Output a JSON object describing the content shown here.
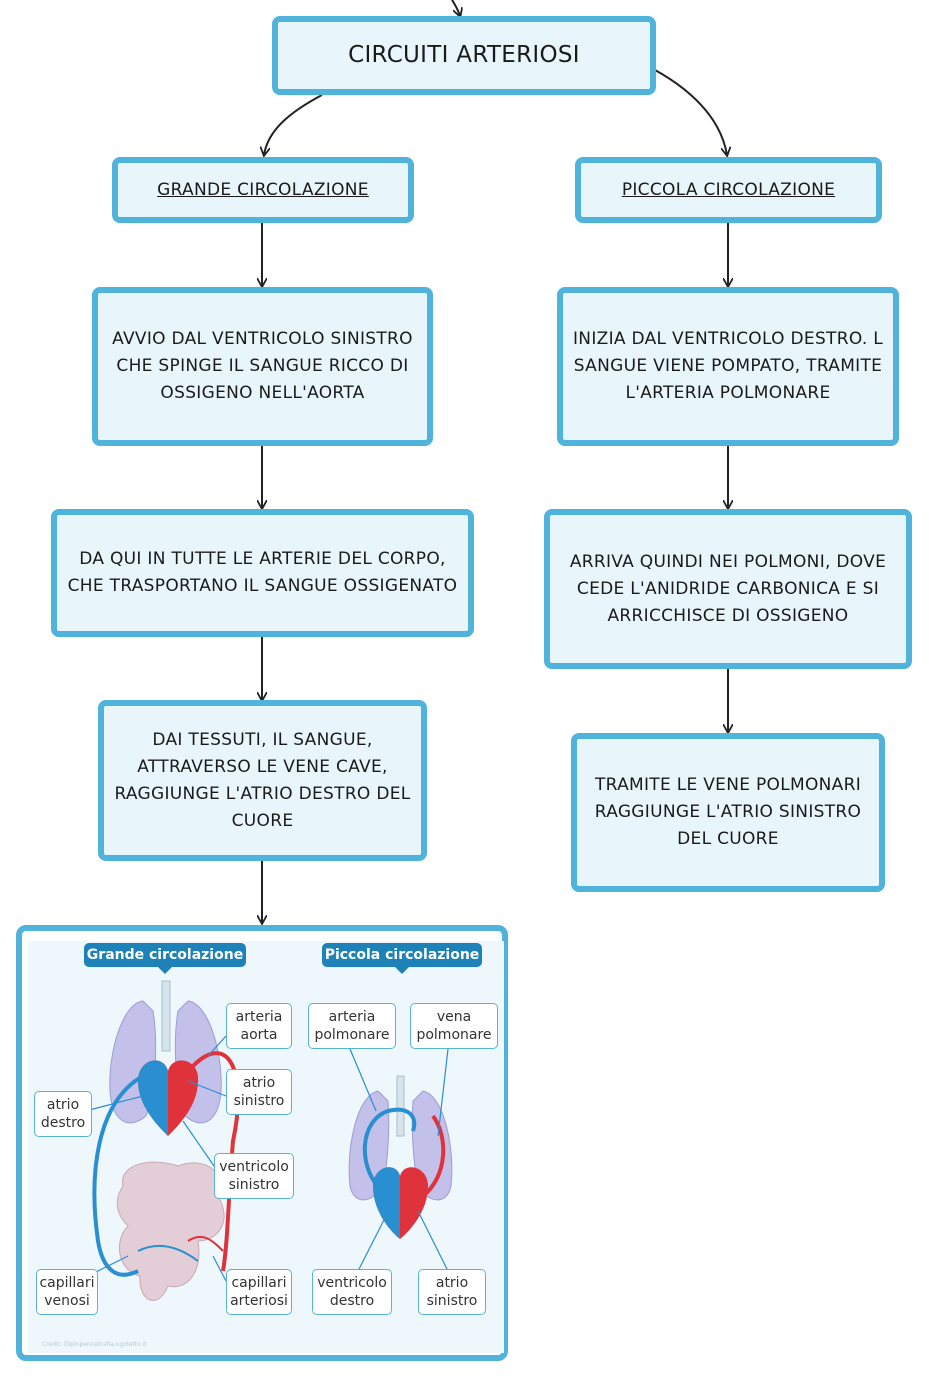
{
  "title": "CIRCUITI ARTERIOSI",
  "grande": {
    "heading": "GRANDE CIRCOLAZIONE",
    "steps": [
      "AVVIO DAL VENTRICOLO SINISTRO CHE SPINGE IL SANGUE RICCO DI OSSIGENO NELL'AORTA",
      "DA QUI IN TUTTE LE ARTERIE DEL CORPO, CHE TRASPORTANO IL SANGUE OSSIGENATO",
      "DAI TESSUTI, IL SANGUE, ATTRAVERSO LE VENE CAVE, RAGGIUNGE L'ATRIO DESTRO DEL CUORE"
    ]
  },
  "piccola": {
    "heading": "PICCOLA CIRCOLAZIONE",
    "steps": [
      "INIZIA DAL VENTRICOLO DESTRO. L SANGUE VIENE POMPATO, TRAMITE L'ARTERIA POLMONARE",
      "ARRIVA QUINDI NEI POLMONI, DOVE CEDE L'ANIDRIDE CARBONICA E SI ARRICCHISCE DI OSSIGENO",
      "TRAMITE LE VENE POLMONARI RAGGIUNGE L'ATRIO SINISTRO DEL CUORE"
    ]
  },
  "illustration": {
    "grande_label": "Grande circolazione",
    "piccola_label": "Piccola circolazione",
    "labels": {
      "arteria_aorta": "arteria aorta",
      "atrio_sinistro_g": "atrio sinistro",
      "atrio_destro": "atrio destro",
      "ventricolo_sinistro": "ventricolo sinistro",
      "capillari_venosi": "capillari venosi",
      "capillari_arteriosi": "capillari arteriosi",
      "arteria_polmonare": "arteria polmonare",
      "vena_polmonare": "vena polmonare",
      "ventricolo_destro": "ventricolo destro",
      "atrio_sinistro_p": "atrio sinistro"
    },
    "credit": "Credit: Dipinpencetrafia.ugoletto.it"
  },
  "colors": {
    "border": "#4fb3dc",
    "box_fill": "#e8f6fc",
    "artery_red": "#e0323a",
    "vein_blue": "#2a8fd0",
    "lung": "#b9b6e3",
    "pill_blue": "#1e82b8"
  }
}
